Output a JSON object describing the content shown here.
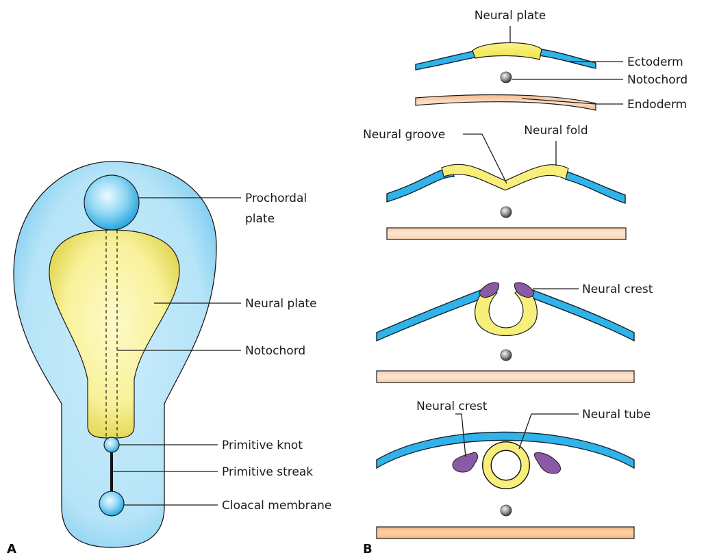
{
  "panels": {
    "a": "A",
    "b": "B"
  },
  "panel_a": {
    "prochordal_plate": [
      "Prochordal",
      "plate"
    ],
    "neural_plate": "Neural plate",
    "notochord": "Notochord",
    "primitive_knot": "Primitive knot",
    "primitive_streak": "Primitive streak",
    "cloacal_membrane": "Cloacal membrane"
  },
  "panel_b": {
    "stage1": {
      "neural_plate": "Neural plate",
      "ectoderm": "Ectoderm",
      "notochord": "Notochord",
      "endoderm": "Endoderm"
    },
    "stage2": {
      "neural_groove": "Neural groove",
      "neural_fold": "Neural fold"
    },
    "stage3": {
      "neural_crest": "Neural crest"
    },
    "stage4": {
      "neural_crest": "Neural crest",
      "neural_tube": "Neural tube"
    }
  },
  "colors": {
    "ectoderm": "#2fb3e8",
    "disc": "#a8def5",
    "neural": "#f7ef7a",
    "neural_crest": "#8a5aa6",
    "endoderm": "#f6c79f",
    "notochord": "#777777"
  }
}
